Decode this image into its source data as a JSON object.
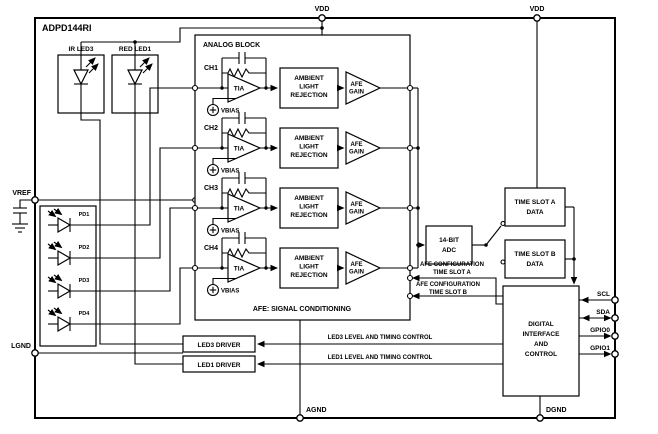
{
  "chip": {
    "name": "ADPD144RI"
  },
  "pins": {
    "vdd_left": "VDD",
    "vdd_right": "VDD",
    "vref": "VREF",
    "lgnd": "LGND",
    "agnd": "AGND",
    "dgnd": "DGND",
    "scl": "SCL",
    "sda": "SDA",
    "gpio0": "GPIO0",
    "gpio1": "GPIO1"
  },
  "leds": {
    "led3_label": "IR LED3",
    "led1_label": "RED LED1"
  },
  "photodiodes": {
    "pd1": "PD1",
    "pd2": "PD2",
    "pd3": "PD3",
    "pd4": "PD4"
  },
  "analog_block": {
    "title": "ANALOG BLOCK",
    "footer": "AFE: SIGNAL CONDITIONING",
    "channels": [
      {
        "name": "CH1",
        "tia": "TIA",
        "vbias": "VBIAS",
        "alr1": "AMBIENT",
        "alr2": "LIGHT",
        "alr3": "REJECTION",
        "afe1": "AFE",
        "afe2": "GAIN"
      },
      {
        "name": "CH2",
        "tia": "TIA",
        "vbias": "VBIAS",
        "alr1": "AMBIENT",
        "alr2": "LIGHT",
        "alr3": "REJECTION",
        "afe1": "AFE",
        "afe2": "GAIN"
      },
      {
        "name": "CH3",
        "tia": "TIA",
        "vbias": "VBIAS",
        "alr1": "AMBIENT",
        "alr2": "LIGHT",
        "alr3": "REJECTION",
        "afe1": "AFE",
        "afe2": "GAIN"
      },
      {
        "name": "CH4",
        "tia": "TIA",
        "vbias": "VBIAS",
        "alr1": "AMBIENT",
        "alr2": "LIGHT",
        "alr3": "REJECTION",
        "afe1": "AFE",
        "afe2": "GAIN"
      }
    ]
  },
  "adc": {
    "line1": "14-BIT",
    "line2": "ADC"
  },
  "timeslots": {
    "a": {
      "line1": "TIME SLOT A",
      "line2": "DATA"
    },
    "b": {
      "line1": "TIME SLOT B",
      "line2": "DATA"
    }
  },
  "digital_block": {
    "line1": "DIGITAL",
    "line2": "INTERFACE",
    "line3": "AND",
    "line4": "CONTROL"
  },
  "config_labels": {
    "a1": "AFE CONFIGURATION",
    "a2": "TIME SLOT A",
    "b1": "AFE CONFIGURATION",
    "b2": "TIME SLOT B"
  },
  "led_drivers": {
    "led3": "LED3 DRIVER",
    "led1": "LED1 DRIVER"
  },
  "led_controls": {
    "led3": "LED3 LEVEL AND TIMING CONTROL",
    "led1": "LED1 LEVEL AND TIMING CONTROL"
  },
  "colors": {
    "line": "#000000",
    "background": "#ffffff"
  }
}
